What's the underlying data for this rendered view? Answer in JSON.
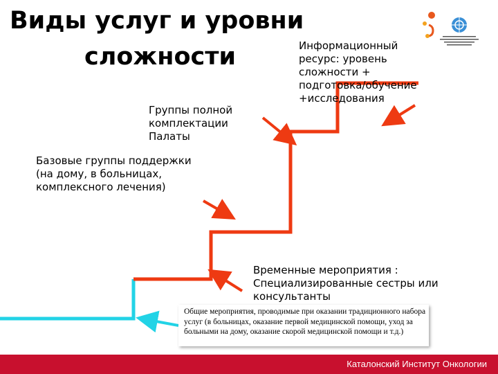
{
  "title": {
    "line1": "Виды услуг и уровни",
    "line2": "сложности"
  },
  "labels": {
    "info_resource": "Информационный ресурс: уровень сложности + подготовка/обучение +исследования",
    "full_groups": "Группы полной комплектации Палаты",
    "basic_groups": "Базовые группы поддержки (на дому, в больницах, комплексного лечения)",
    "temporary": "Временные мероприятия : Специализированные сестры или консультанты",
    "general": "Общие мероприятия, проводимые при оказании традиционного набора услуг (в больницах, оказание первой медицинской помощи, уход за больными на дому, оказание скорой медицинской помощи и т.д.)"
  },
  "footer": {
    "text": "Каталонский Институт Онкологии"
  },
  "colors": {
    "stairs": "#ee3a12",
    "base_step": "#22d3e6",
    "footer_bg": "#c8102e"
  },
  "icons": {
    "logo_left": "org-logo-icon",
    "logo_right": "un-emblem-icon"
  }
}
